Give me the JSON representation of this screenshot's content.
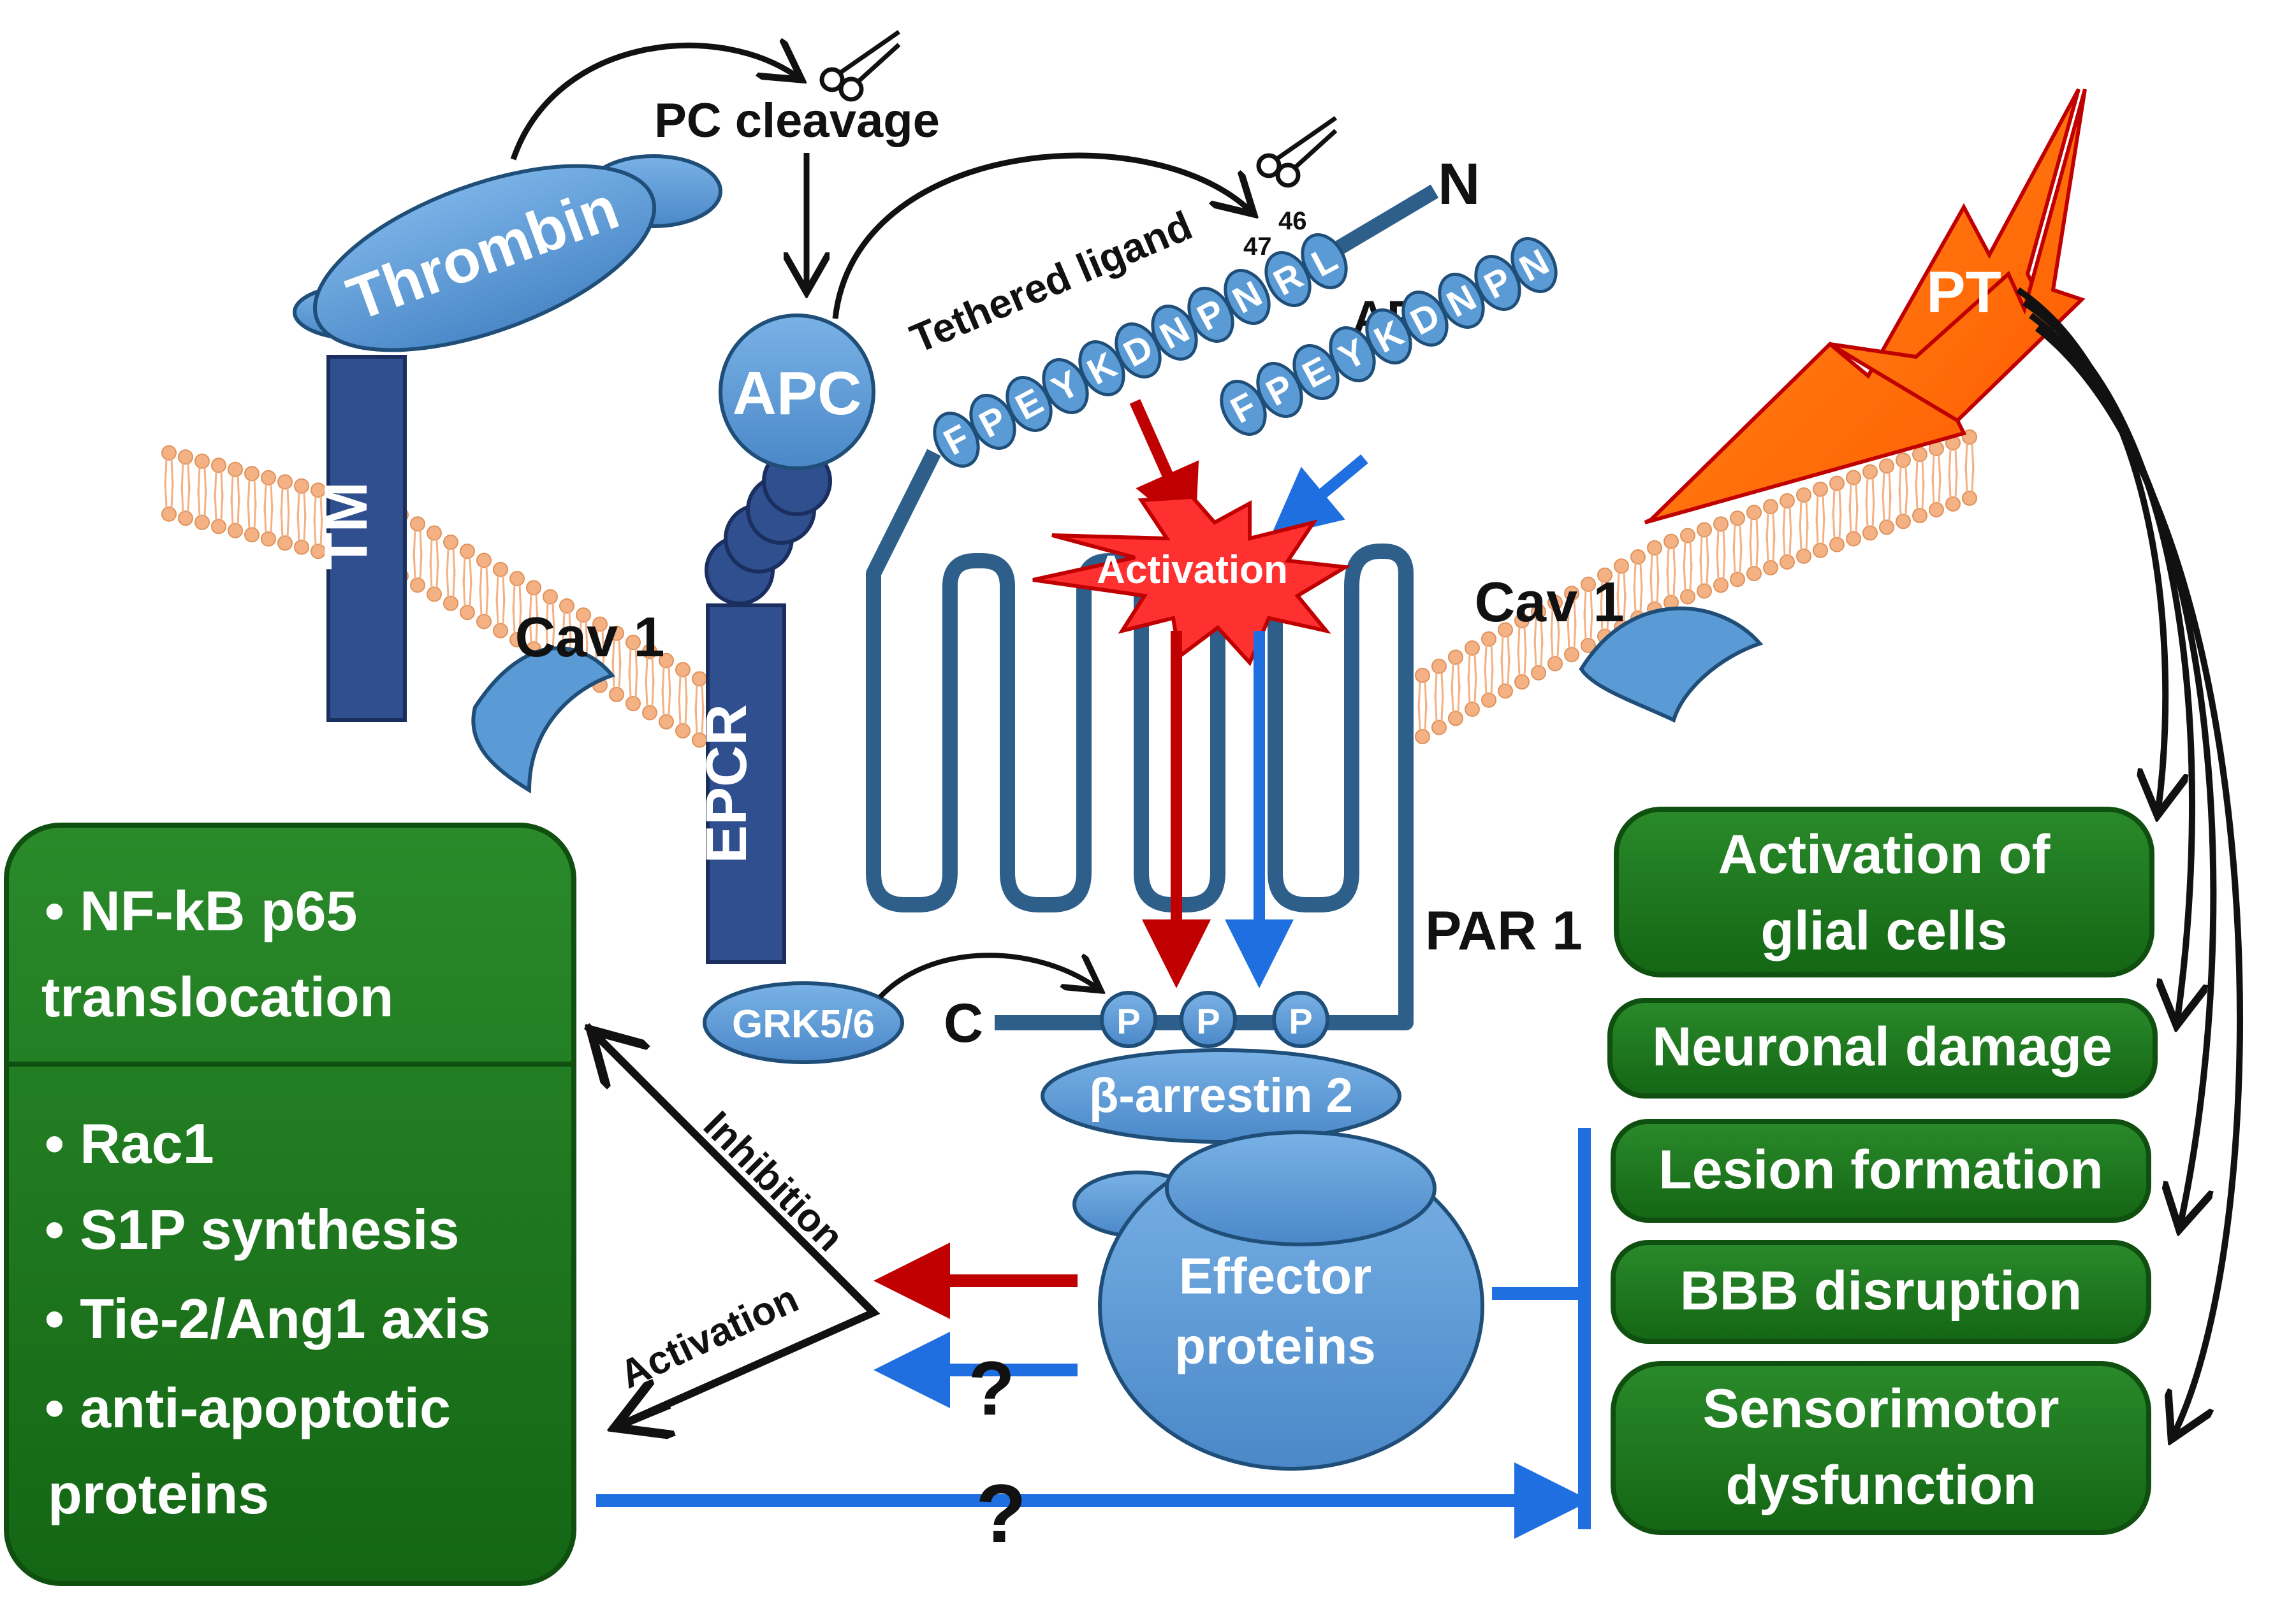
{
  "labels": {
    "pc_cleavage": "PC cleavage",
    "thrombin": "Thrombin",
    "tm": "TM",
    "apc": "APC",
    "epcr": "EPCR",
    "cav1_left": "Cav 1",
    "cav1_right": "Cav 1",
    "tethered_ligand": "Tethered ligand",
    "ligand_seq_main": "FPEYKDNPN",
    "ligand_seq_end": "RL",
    "n_terminus": "N",
    "res_47": "47",
    "res_46": "46",
    "ap9": "AP9",
    "ap9_seq": "FPEYKDNPN",
    "activation_burst": "Activation",
    "par1": "PAR 1",
    "grk": "GRK5/6",
    "c_terminus": "C",
    "p1": "P",
    "p2": "P",
    "p3": "P",
    "beta_arrestin": "β-arrestin 2",
    "effector_line1": "Effector",
    "effector_line2": "proteins",
    "question_mid": "?",
    "question_bottom": "?",
    "inhibition": "Inhibition",
    "activation_arrow": "Activation",
    "pt": "PT"
  },
  "left_box": {
    "top_items": [
      "NF-kB p65",
      "translocation"
    ],
    "bottom_items": [
      "Rac1",
      "S1P synthesis",
      "Tie-2/Ang1 axis",
      "anti-apoptotic",
      "proteins"
    ]
  },
  "right_boxes": [
    [
      "Activation of",
      "glial cells"
    ],
    [
      "Neuronal damage"
    ],
    [
      "Lesion formation"
    ],
    [
      "BBB disruption"
    ],
    [
      "Sensorimotor",
      "dysfunction"
    ]
  ],
  "colors": {
    "green_box": "#1e7a1e",
    "green_border": "#0f4f0f",
    "blue_light": "#5b9bd5",
    "blue_dark": "#2f4f8f",
    "receptor": "#2e5f8a",
    "red_arrow": "#c00000",
    "blue_arrow": "#1f6fe0",
    "membrane": "#f4b183",
    "pt_fill": "#ff6a00"
  }
}
